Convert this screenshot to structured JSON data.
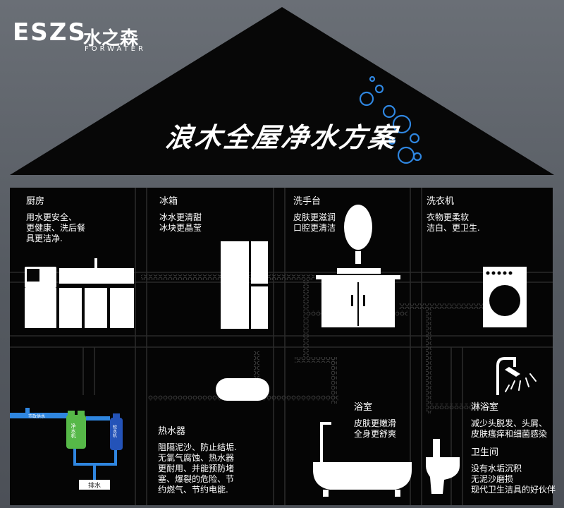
{
  "logo": {
    "brand": "ESZS",
    "name_cn": "水之森",
    "name_en": "FORWATER"
  },
  "title": "浪木全屋净水方案",
  "rooms": {
    "kitchen": {
      "title": "厨房",
      "desc": [
        "用水更安全、",
        "更健康、洗后餐",
        "具更洁净."
      ]
    },
    "fridge": {
      "title": "冰箱",
      "desc": [
        "冰水更清甜",
        "冰块更晶莹"
      ]
    },
    "basin": {
      "title": "洗手台",
      "desc": [
        "皮肤更滋润",
        "口腔更清洁"
      ]
    },
    "washer": {
      "title": "洗衣机",
      "desc": [
        "衣物更柔软",
        "洁白、更卫生."
      ]
    },
    "bathroom": {
      "title": "浴室",
      "desc": [
        "皮肤更嫩滑",
        "全身更舒爽"
      ]
    },
    "shower": {
      "title": "淋浴室",
      "desc": [
        "减少头脱发、头屑、",
        "皮肤瘙痒和细菌感染"
      ]
    },
    "heater": {
      "title": "热水器",
      "desc": [
        "阻隔泥沙、防止结垢.",
        "无氯气腐蚀、热水器",
        "更耐用、并能预防堵",
        "塞、爆裂的危险、节",
        "约燃气、节约电能."
      ]
    },
    "toilet": {
      "title": "卫生间",
      "desc": [
        "没有水垢沉积",
        "无泥沙磨损",
        "现代卫生洁具的好伙伴"
      ]
    }
  },
  "equipment": {
    "inlet": "市政供水",
    "purifier": "净水机",
    "softener": "软水机",
    "drain": "排水"
  },
  "colors": {
    "house": "#060606",
    "pipe": "#262626",
    "accent": "#2f86e0",
    "green": "#56b848",
    "blue": "#2453b8"
  }
}
